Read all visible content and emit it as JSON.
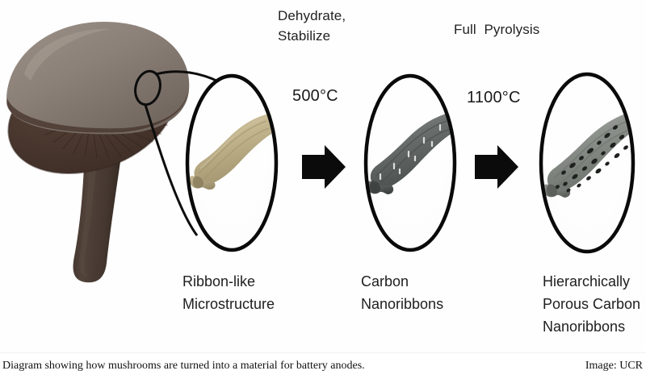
{
  "figure": {
    "title_caption": "Diagram showing how mushrooms are turned into a material for battery anodes.",
    "credit": "Image: UCR",
    "background_color": "#fefefe"
  },
  "process": {
    "steps": [
      {
        "id": "step-1",
        "transition_label": "Dehydrate,\nStabilize",
        "temperature": "500°C",
        "arrow": "right-arrow-icon"
      },
      {
        "id": "step-2",
        "transition_label": "Full  Pyrolysis",
        "temperature": "1100°C",
        "arrow": "right-arrow-icon"
      }
    ]
  },
  "stages": [
    {
      "id": "stage-source",
      "kind": "mushroom-illustration",
      "label": "",
      "colors": {
        "cap_top": "#8a7f76",
        "cap_rim": "#4b3a31",
        "gills": "#4a382f",
        "stem": "#4a3c34"
      }
    },
    {
      "id": "stage-1",
      "kind": "circle-inset",
      "label": "Ribbon-like\nMicrostructure",
      "sample_color": "#c2b48d",
      "sample_description": "beige corrugated ribbon"
    },
    {
      "id": "stage-2",
      "kind": "circle-inset",
      "label": "Carbon\nNanoribbons",
      "sample_color": "#6a6f6d",
      "sample_description": "dark gray carbonized ribbon"
    },
    {
      "id": "stage-3",
      "kind": "circle-inset",
      "label": "Hierarchically\nPorous Carbon\nNanoribbons",
      "sample_color": "#8b908b",
      "sample_description": "gray ribbon with dark pores"
    }
  ],
  "callout": {
    "type": "magnifier-callout",
    "source": "mushroom cap edge",
    "target": "stage-1"
  }
}
